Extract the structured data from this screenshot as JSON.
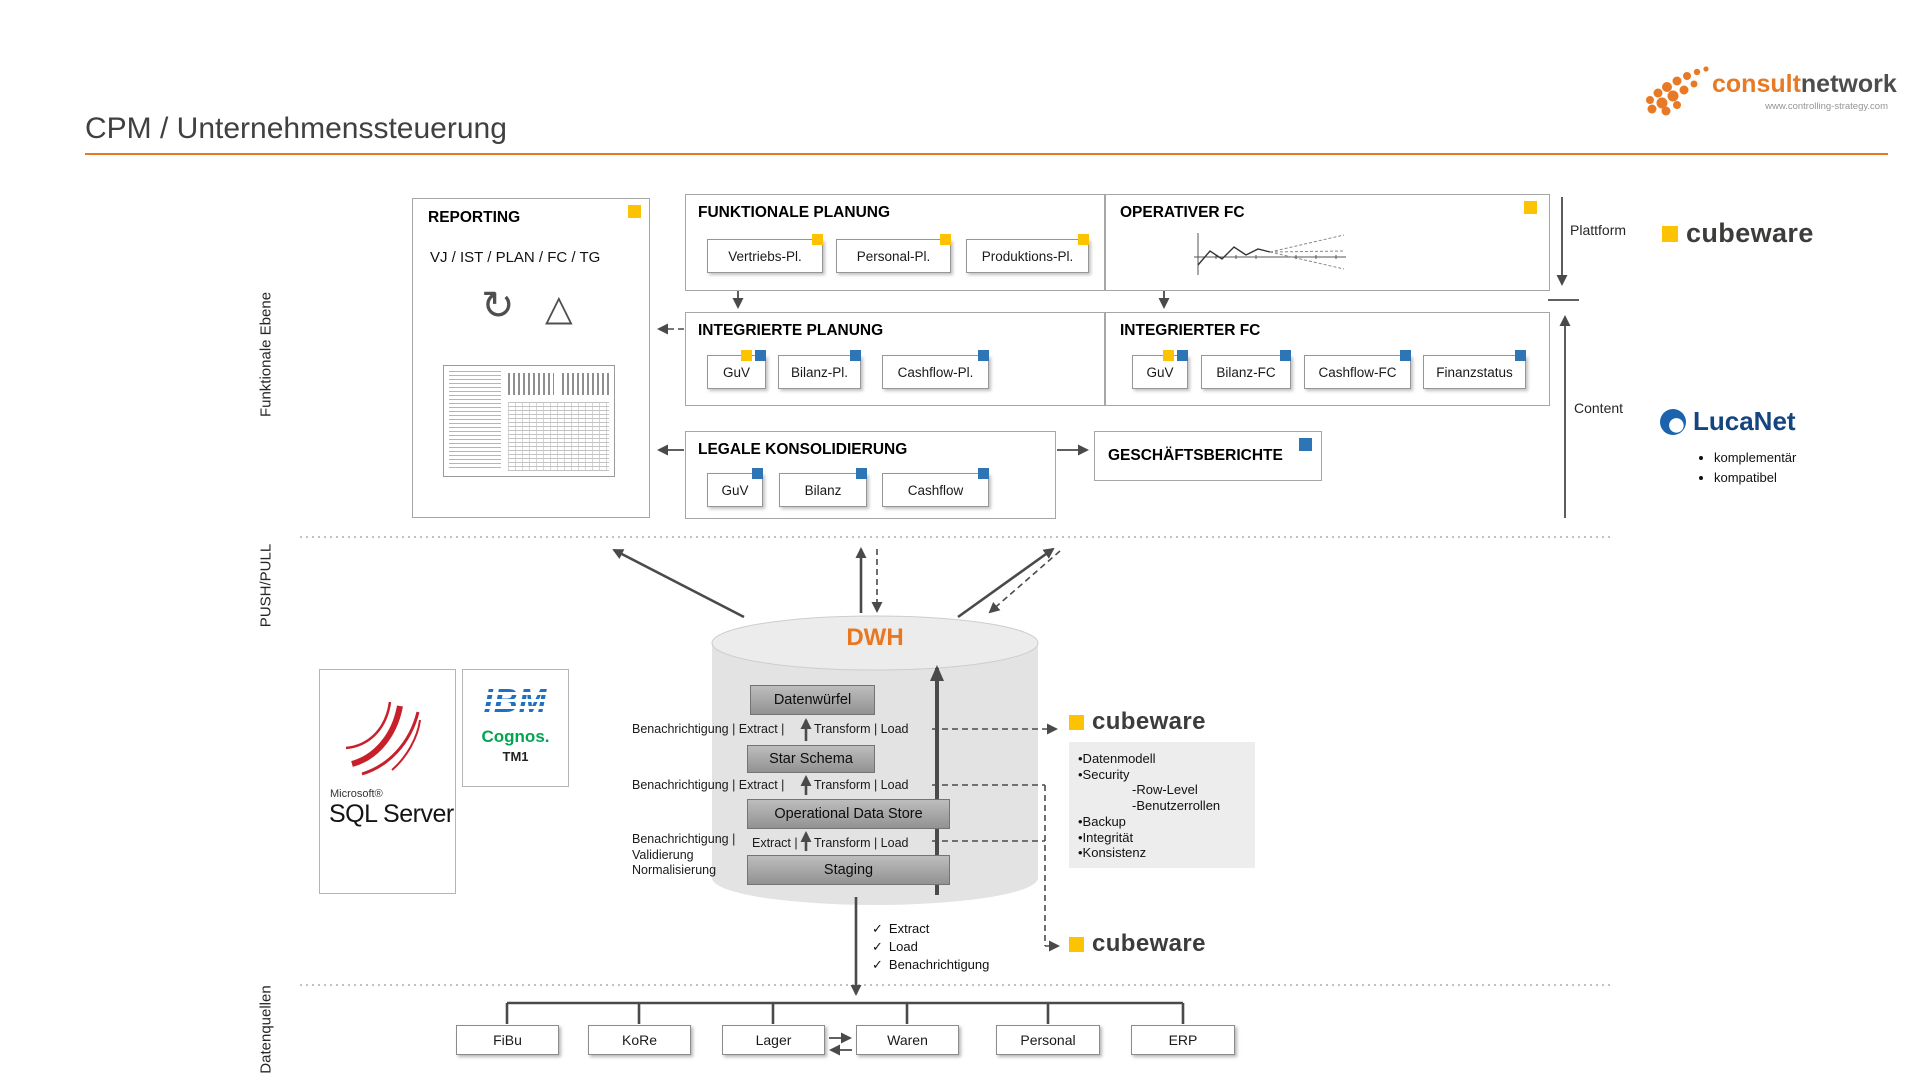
{
  "page": {
    "title": "CPM / Unternehmenssteuerung"
  },
  "branding": {
    "consultnetwork": {
      "word1": "consult",
      "word2": "network",
      "tagline": "www.controlling-strategy.com"
    },
    "cubeware": {
      "label": "cubeware"
    },
    "lucanet": {
      "label": "LucaNet",
      "bullets": [
        "komplementär",
        "kompatibel"
      ]
    },
    "sqlserver": {
      "vendor": "Microsoft®",
      "product": "SQL Server"
    },
    "ibm": {
      "vendor": "IBM",
      "product": "Cognos.",
      "edition": "TM1"
    }
  },
  "side_labels": {
    "functional": "Funktionale Ebene",
    "pushpull": "PUSH/PULL",
    "datasources": "Datenquellen"
  },
  "axis_labels": {
    "plattform": "Plattform",
    "content": "Content"
  },
  "icons": {
    "refresh_icon": "↻",
    "delta_icon": "△",
    "check_icon": "✓"
  },
  "reporting": {
    "title": "REPORTING",
    "subtitle": "VJ / IST / PLAN / FC / TG"
  },
  "funktionale_planung": {
    "title": "FUNKTIONALE PLANUNG",
    "items": [
      "Vertriebs-Pl.",
      "Personal-Pl.",
      "Produktions-Pl."
    ]
  },
  "operativer_fc": {
    "title": "OPERATIVER FC"
  },
  "integrierte_planung": {
    "title": "INTEGRIERTE PLANUNG",
    "items": [
      "GuV",
      "Bilanz-Pl.",
      "Cashflow-Pl."
    ]
  },
  "integrierter_fc": {
    "title": "INTEGRIERTER FC",
    "items": [
      "GuV",
      "Bilanz-FC",
      "Cashflow-FC",
      "Finanzstatus"
    ]
  },
  "legale_konsolidierung": {
    "title": "LEGALE KONSOLIDIERUNG",
    "items": [
      "GuV",
      "Bilanz",
      "Cashflow"
    ]
  },
  "geschaeftsberichte": {
    "title": "GESCHÄFTSBERICHTE"
  },
  "dwh": {
    "title": "DWH",
    "layers": [
      "Datenwürfel",
      "Star Schema",
      "Operational Data Store",
      "Staging"
    ]
  },
  "etl": {
    "row1_pre": "Benachrichtigung | Extract |",
    "row1_post": "Transform | Load",
    "row2_pre": "Benachrichtigung | Extract |",
    "row2_post": "Transform | Load",
    "row3_lines": [
      "Benachrichtigung |",
      "Validierung",
      "Normalisierung"
    ],
    "row3_mid": "Extract |",
    "row3_post": "Transform | Load"
  },
  "cubeware_panel": {
    "items": [
      "•Datenmodell",
      "•Security",
      "-Row-Level",
      "-Benutzerrollen",
      "•Backup",
      "•Integrität",
      "•Konsistenz"
    ]
  },
  "etl_checklist": {
    "items": [
      "Extract",
      "Load",
      "Benachrichtigung"
    ]
  },
  "datasources": {
    "items": [
      "FiBu",
      "KoRe",
      "Lager",
      "Waren",
      "Personal",
      "ERP"
    ]
  },
  "colors": {
    "accent_orange": "#e87722",
    "marker_yellow": "#fdc300",
    "marker_blue": "#2e75b6",
    "lucanet_blue": "#1b64ad"
  }
}
